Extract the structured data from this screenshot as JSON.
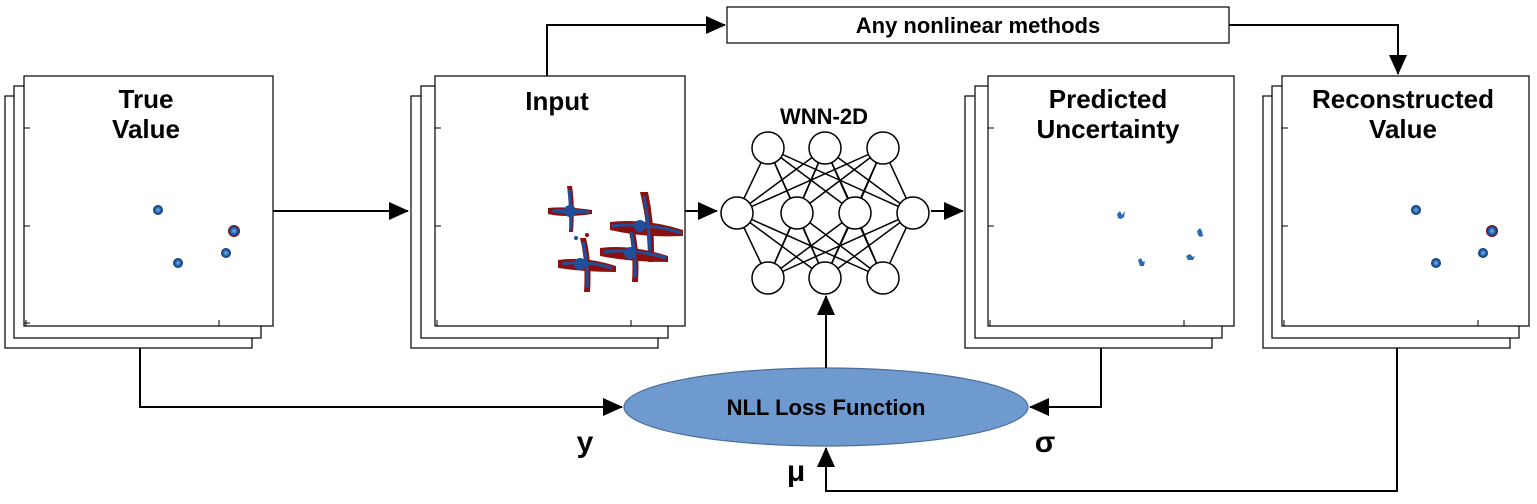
{
  "panels": {
    "true_value": {
      "title_line1": "True",
      "title_line2": "Value"
    },
    "input": {
      "title": "Input"
    },
    "predicted_uncertainty": {
      "title_line1": "Predicted",
      "title_line2": "Uncertainty"
    },
    "reconstructed_value": {
      "title_line1": "Reconstructed",
      "title_line2": "Value"
    }
  },
  "network": {
    "label": "WNN-2D"
  },
  "nonlinear_box": {
    "label": "Any nonlinear methods"
  },
  "loss": {
    "label": "NLL Loss Function"
  },
  "variables": {
    "y": "y",
    "sigma": "σ",
    "mu": "μ"
  },
  "colors": {
    "loss_fill": "#6f9ad0",
    "loss_stroke": "#4a6e9c",
    "dot_blue": "#1f5ea8",
    "streak_red": "#8b1010",
    "streak_blue": "#1f4f9a"
  }
}
